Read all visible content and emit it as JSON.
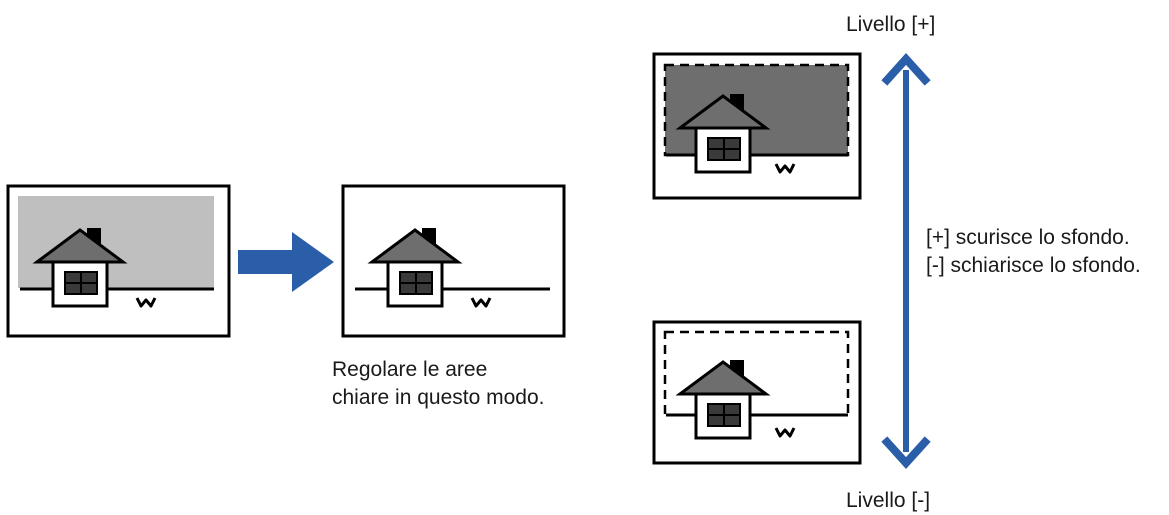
{
  "level_plus_label": "Livello [+]",
  "level_minus_label": "Livello [-]",
  "caption": {
    "line1": "Regolare le aree",
    "line2": "chiare in questo modo."
  },
  "explanation": {
    "line1": "[+] scurisce lo sfondo.",
    "line2": "[-] schiarisce lo sfondo."
  },
  "colors": {
    "arrow": "#2b5ea8",
    "house_roof": "#6e6e6e",
    "window": "#3a3a3a",
    "light_background": "#bfbfbf",
    "dark_background": "#6e6e6e"
  },
  "icons": [
    "house-icon",
    "grass-icon",
    "right-arrow-icon",
    "double-vertical-arrow-icon"
  ]
}
